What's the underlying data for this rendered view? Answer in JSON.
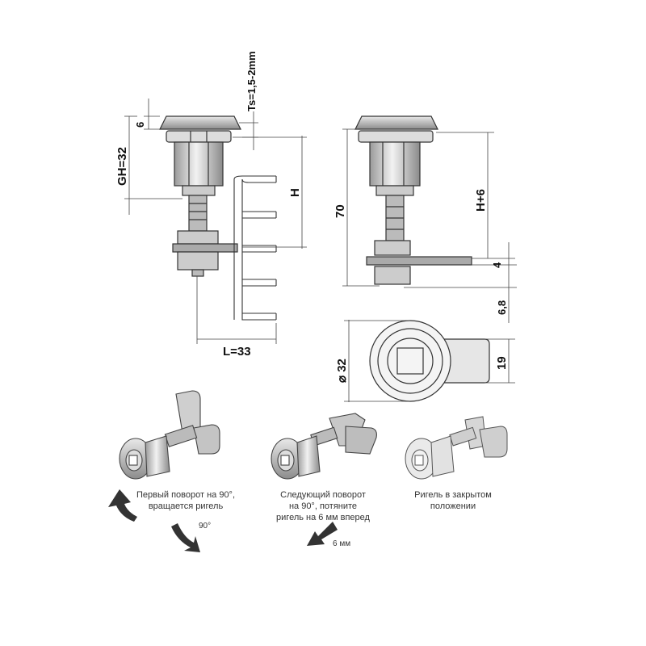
{
  "dimensions": {
    "ts": "Ts=1,5-2mm",
    "six": "6",
    "gh": "GH=32",
    "h": "H",
    "l": "L=33",
    "seventy": "70",
    "h6": "H+6",
    "four": "4",
    "six_eight": "6,8",
    "dia": "⌀ 32",
    "nineteen": "19"
  },
  "steps": [
    {
      "caption": [
        "Первый поворот на 90°,",
        "вращается ригель"
      ],
      "note": "90°"
    },
    {
      "caption": [
        "Следующий поворот",
        "на 90°, потяните",
        "ригель на 6 мм вперед"
      ],
      "note": "6 мм"
    },
    {
      "caption": [
        "Ригель в закрытом",
        "положении"
      ],
      "note": ""
    }
  ]
}
